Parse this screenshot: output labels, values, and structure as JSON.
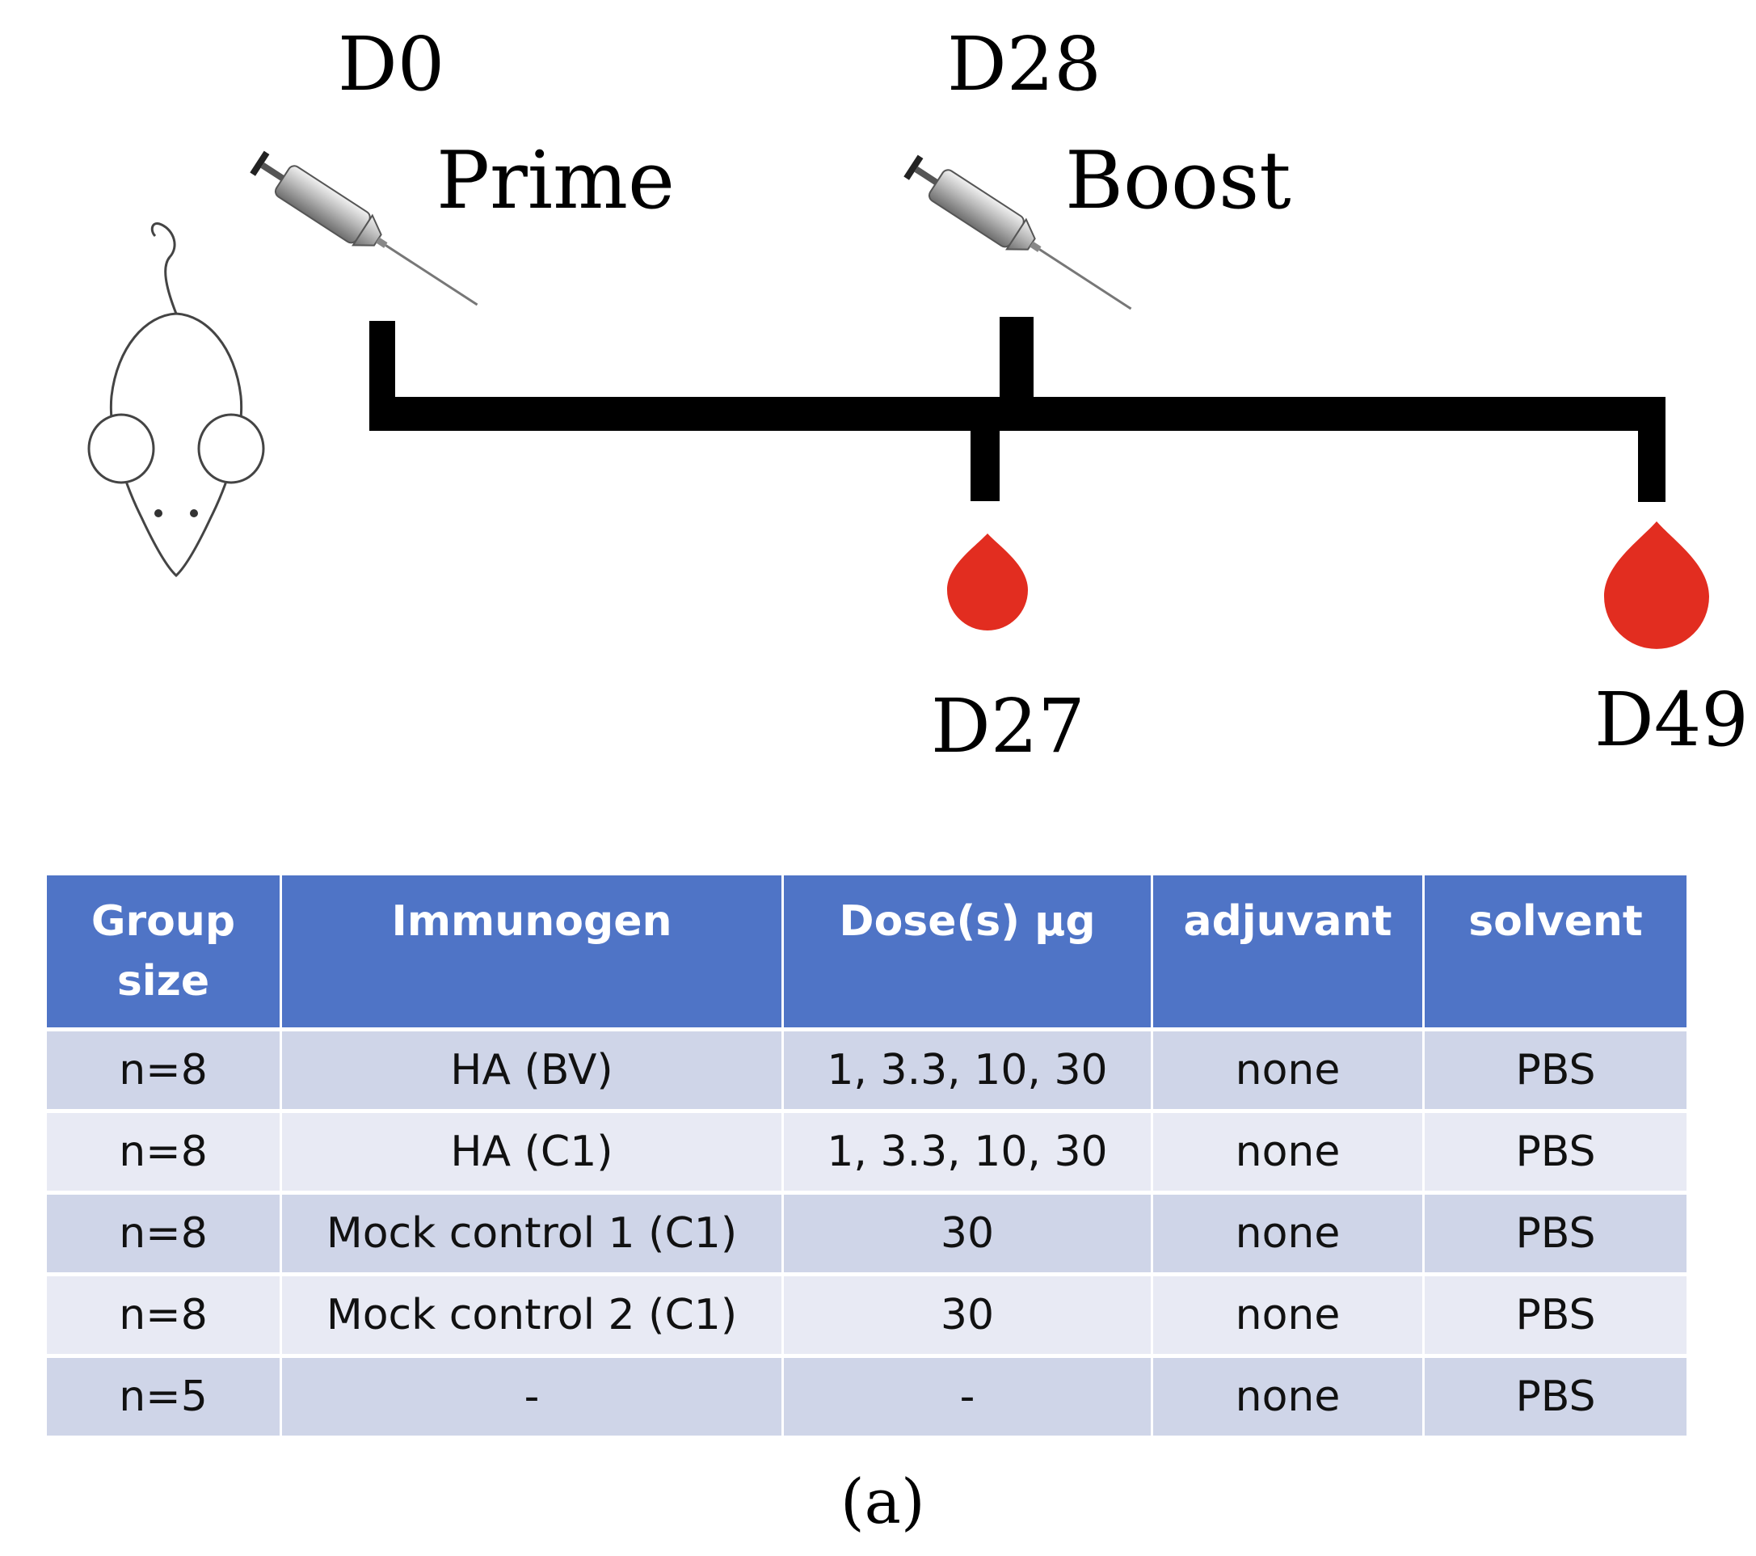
{
  "timeline": {
    "prime_day": "D0",
    "prime_label": "Prime",
    "boost_day": "D28",
    "boost_label": "Boost",
    "bleed1_day": "D27",
    "bleed2_day": "D49",
    "line_color": "#000000",
    "drop_color": "#e22d20",
    "icons": [
      "mouse-icon",
      "syringe-icon",
      "blood-drop-icon"
    ]
  },
  "table": {
    "header_color": "#4f74c6",
    "row_colors": [
      "#cfd5e8",
      "#e8eaf4"
    ],
    "headers": [
      "Group size",
      "Immunogen",
      "Dose(s) µg",
      "adjuvant",
      "solvent"
    ],
    "rows": [
      [
        "n=8",
        "HA (BV)",
        "1, 3.3, 10, 30",
        "none",
        "PBS"
      ],
      [
        "n=8",
        "HA (C1)",
        "1, 3.3, 10, 30",
        "none",
        "PBS"
      ],
      [
        "n=8",
        "Mock control 1 (C1)",
        "30",
        "none",
        "PBS"
      ],
      [
        "n=8",
        "Mock control 2 (C1)",
        "30",
        "none",
        "PBS"
      ],
      [
        "n=5",
        "-",
        "-",
        "none",
        "PBS"
      ]
    ]
  },
  "caption": "(a)"
}
